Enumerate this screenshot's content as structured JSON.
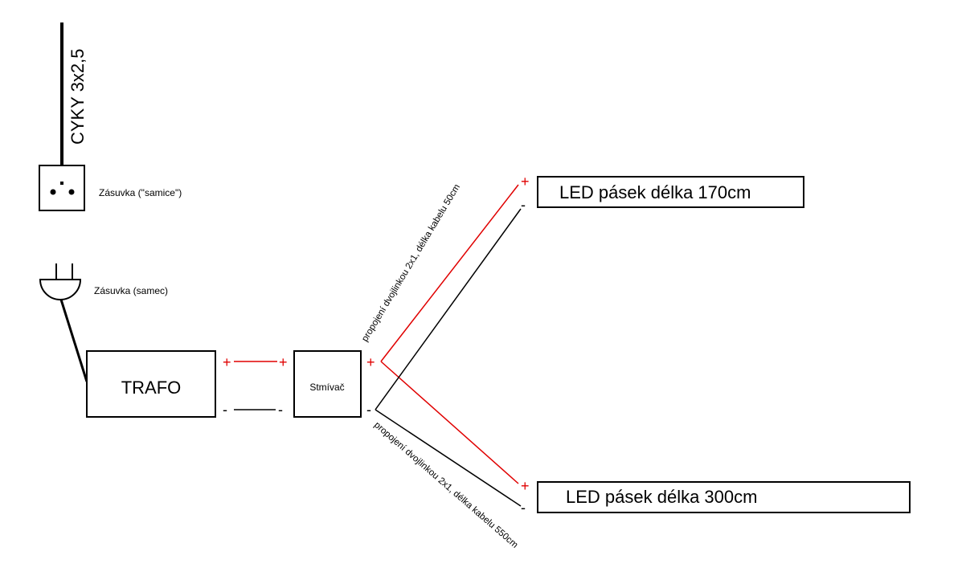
{
  "colors": {
    "positive": "#e00000",
    "negative": "#000000"
  },
  "cable_label": "CYKY 3x2,5",
  "socket_label": "Zásuvka (\"samice\")",
  "plug_label": "Zásuvka (samec)",
  "trafo_label": "TRAFO",
  "dimmer_label": "Stmívač",
  "led_strip_1_label": "LED pásek délka 170cm",
  "led_strip_2_label": "LED pásek délka 300cm",
  "wire_upper_label": "propojení dvojlinkou 2x1, délka kabelu 50cm",
  "wire_lower_label": "propojení dvojlinkou 2x1, délka kabelu 550cm",
  "plus_sign": "+",
  "minus_sign": "-",
  "icons": [
    "socket-icon",
    "plug-icon"
  ]
}
